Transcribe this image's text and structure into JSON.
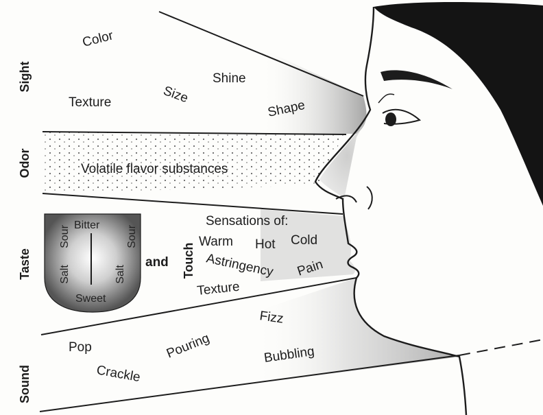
{
  "senses": {
    "sight": "Sight",
    "odor": "Odor",
    "taste": "Taste",
    "sound": "Sound",
    "touch": "Touch"
  },
  "sight_words": {
    "color": "Color",
    "texture": "Texture",
    "size": "Size",
    "shine": "Shine",
    "shape": "Shape"
  },
  "odor_words": {
    "volatile": "Volatile flavor substances"
  },
  "tongue": {
    "bitter": "Bitter",
    "sour_left": "Sour",
    "salt_left": "Salt",
    "sour_right": "Sour",
    "salt_right": "Salt",
    "sweet": "Sweet"
  },
  "taste_touch": {
    "and": "and",
    "sensations": "Sensations of:",
    "warm": "Warm",
    "hot": "Hot",
    "cold": "Cold",
    "astringency": "Astringency",
    "pain": "Pain",
    "texture": "Texture"
  },
  "sound_words": {
    "fizz": "Fizz",
    "pop": "Pop",
    "pouring": "Pouring",
    "crackle": "Crackle",
    "bubbling": "Bubbling"
  },
  "colors": {
    "ink": "#1c1c1c",
    "paper": "#fdfdfb",
    "hair": "#141414",
    "shade": "#b8b8b8"
  }
}
